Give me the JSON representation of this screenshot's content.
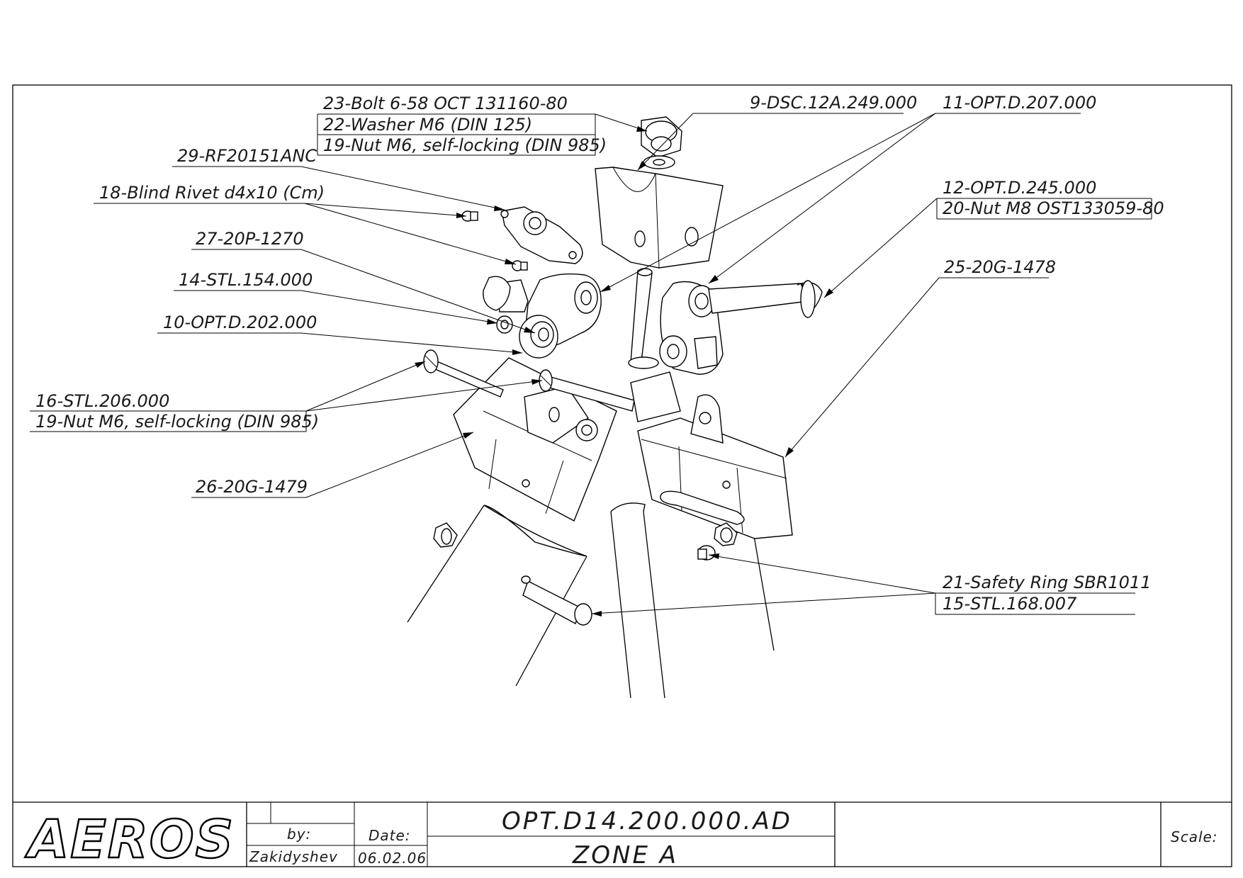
{
  "callouts": [
    {
      "id": "c23",
      "text": "23-Bolt 6-58 OCT 131160-80"
    },
    {
      "id": "c22",
      "text": "22-Washer M6 (DIN 125)"
    },
    {
      "id": "c19a",
      "text": "19-Nut M6, self-locking (DIN 985)"
    },
    {
      "id": "c29",
      "text": "29-RF20151ANC"
    },
    {
      "id": "c18",
      "text": "18-Blind Rivet d4x10 (Cm)"
    },
    {
      "id": "c27",
      "text": "27-20P-1270"
    },
    {
      "id": "c14",
      "text": "14-STL.154.000"
    },
    {
      "id": "c10",
      "text": "10-OPT.D.202.000"
    },
    {
      "id": "c16",
      "text": "16-STL.206.000"
    },
    {
      "id": "c19b",
      "text": "19-Nut M6, self-locking (DIN 985)"
    },
    {
      "id": "c26",
      "text": "26-20G-1479"
    },
    {
      "id": "c9",
      "text": "9-DSC.12A.249.000"
    },
    {
      "id": "c11",
      "text": "11-OPT.D.207.000"
    },
    {
      "id": "c12",
      "text": "12-OPT.D.245.000"
    },
    {
      "id": "c20",
      "text": "20-Nut M8 OST133059-80"
    },
    {
      "id": "c25",
      "text": "25-20G-1478"
    },
    {
      "id": "c21",
      "text": "21-Safety Ring SBR1011"
    },
    {
      "id": "c15",
      "text": "15-STL.168.007"
    }
  ],
  "title_block": {
    "logo": "AEROS",
    "by_label": "by:",
    "date_label": "Date:",
    "author": "Zakidyshev",
    "date": "06.02.06",
    "drawing_number": "OPT.D14.200.000.AD",
    "zone": "ZONE  A",
    "scale_label": "Scale:"
  }
}
